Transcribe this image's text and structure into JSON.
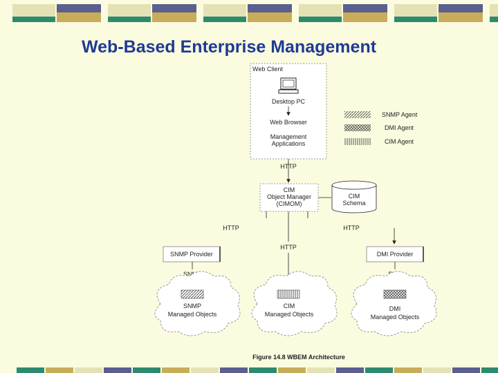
{
  "slide": {
    "title": "Web-Based Enterprise Management",
    "colors": {
      "background": "#fbfbe0",
      "title": "#1f3a93",
      "band_navy": "#5b5e8f",
      "band_tan": "#c7ad5a",
      "band_green": "#2e8a6e",
      "band_pale": "#e4e2b4"
    }
  },
  "diagram": {
    "web_client": {
      "header": "Web Client",
      "desktop": "Desktop PC",
      "browser": "Web Browser",
      "apps_line1": "Management",
      "apps_line2": "Applications"
    },
    "legend": {
      "snmp": "SNMP Agent",
      "dmi": "DMI Agent",
      "cim": "CIM Agent"
    },
    "labels": {
      "http_top": "HTTP",
      "http_left": "HTTP",
      "http_right": "HTTP",
      "http_mid": "HTTP",
      "snmp": "SNMP",
      "rpc": "RPC"
    },
    "cimom": {
      "line1": "CIM",
      "line2": "Object Manager",
      "line3": "(CIMOM)"
    },
    "schema": {
      "line1": "CIM",
      "line2": "Schema"
    },
    "providers": {
      "snmp": "SNMP Provider",
      "dmi": "DMI Provider"
    },
    "clouds": {
      "snmp_line1": "SNMP",
      "snmp_line2": "Managed Objects",
      "cim_line1": "CIM",
      "cim_line2": "Managed Objects",
      "dmi_line1": "DMI",
      "dmi_line2": "Managed Objects"
    },
    "caption": "Figure 14.8 WBEM Architecture"
  }
}
